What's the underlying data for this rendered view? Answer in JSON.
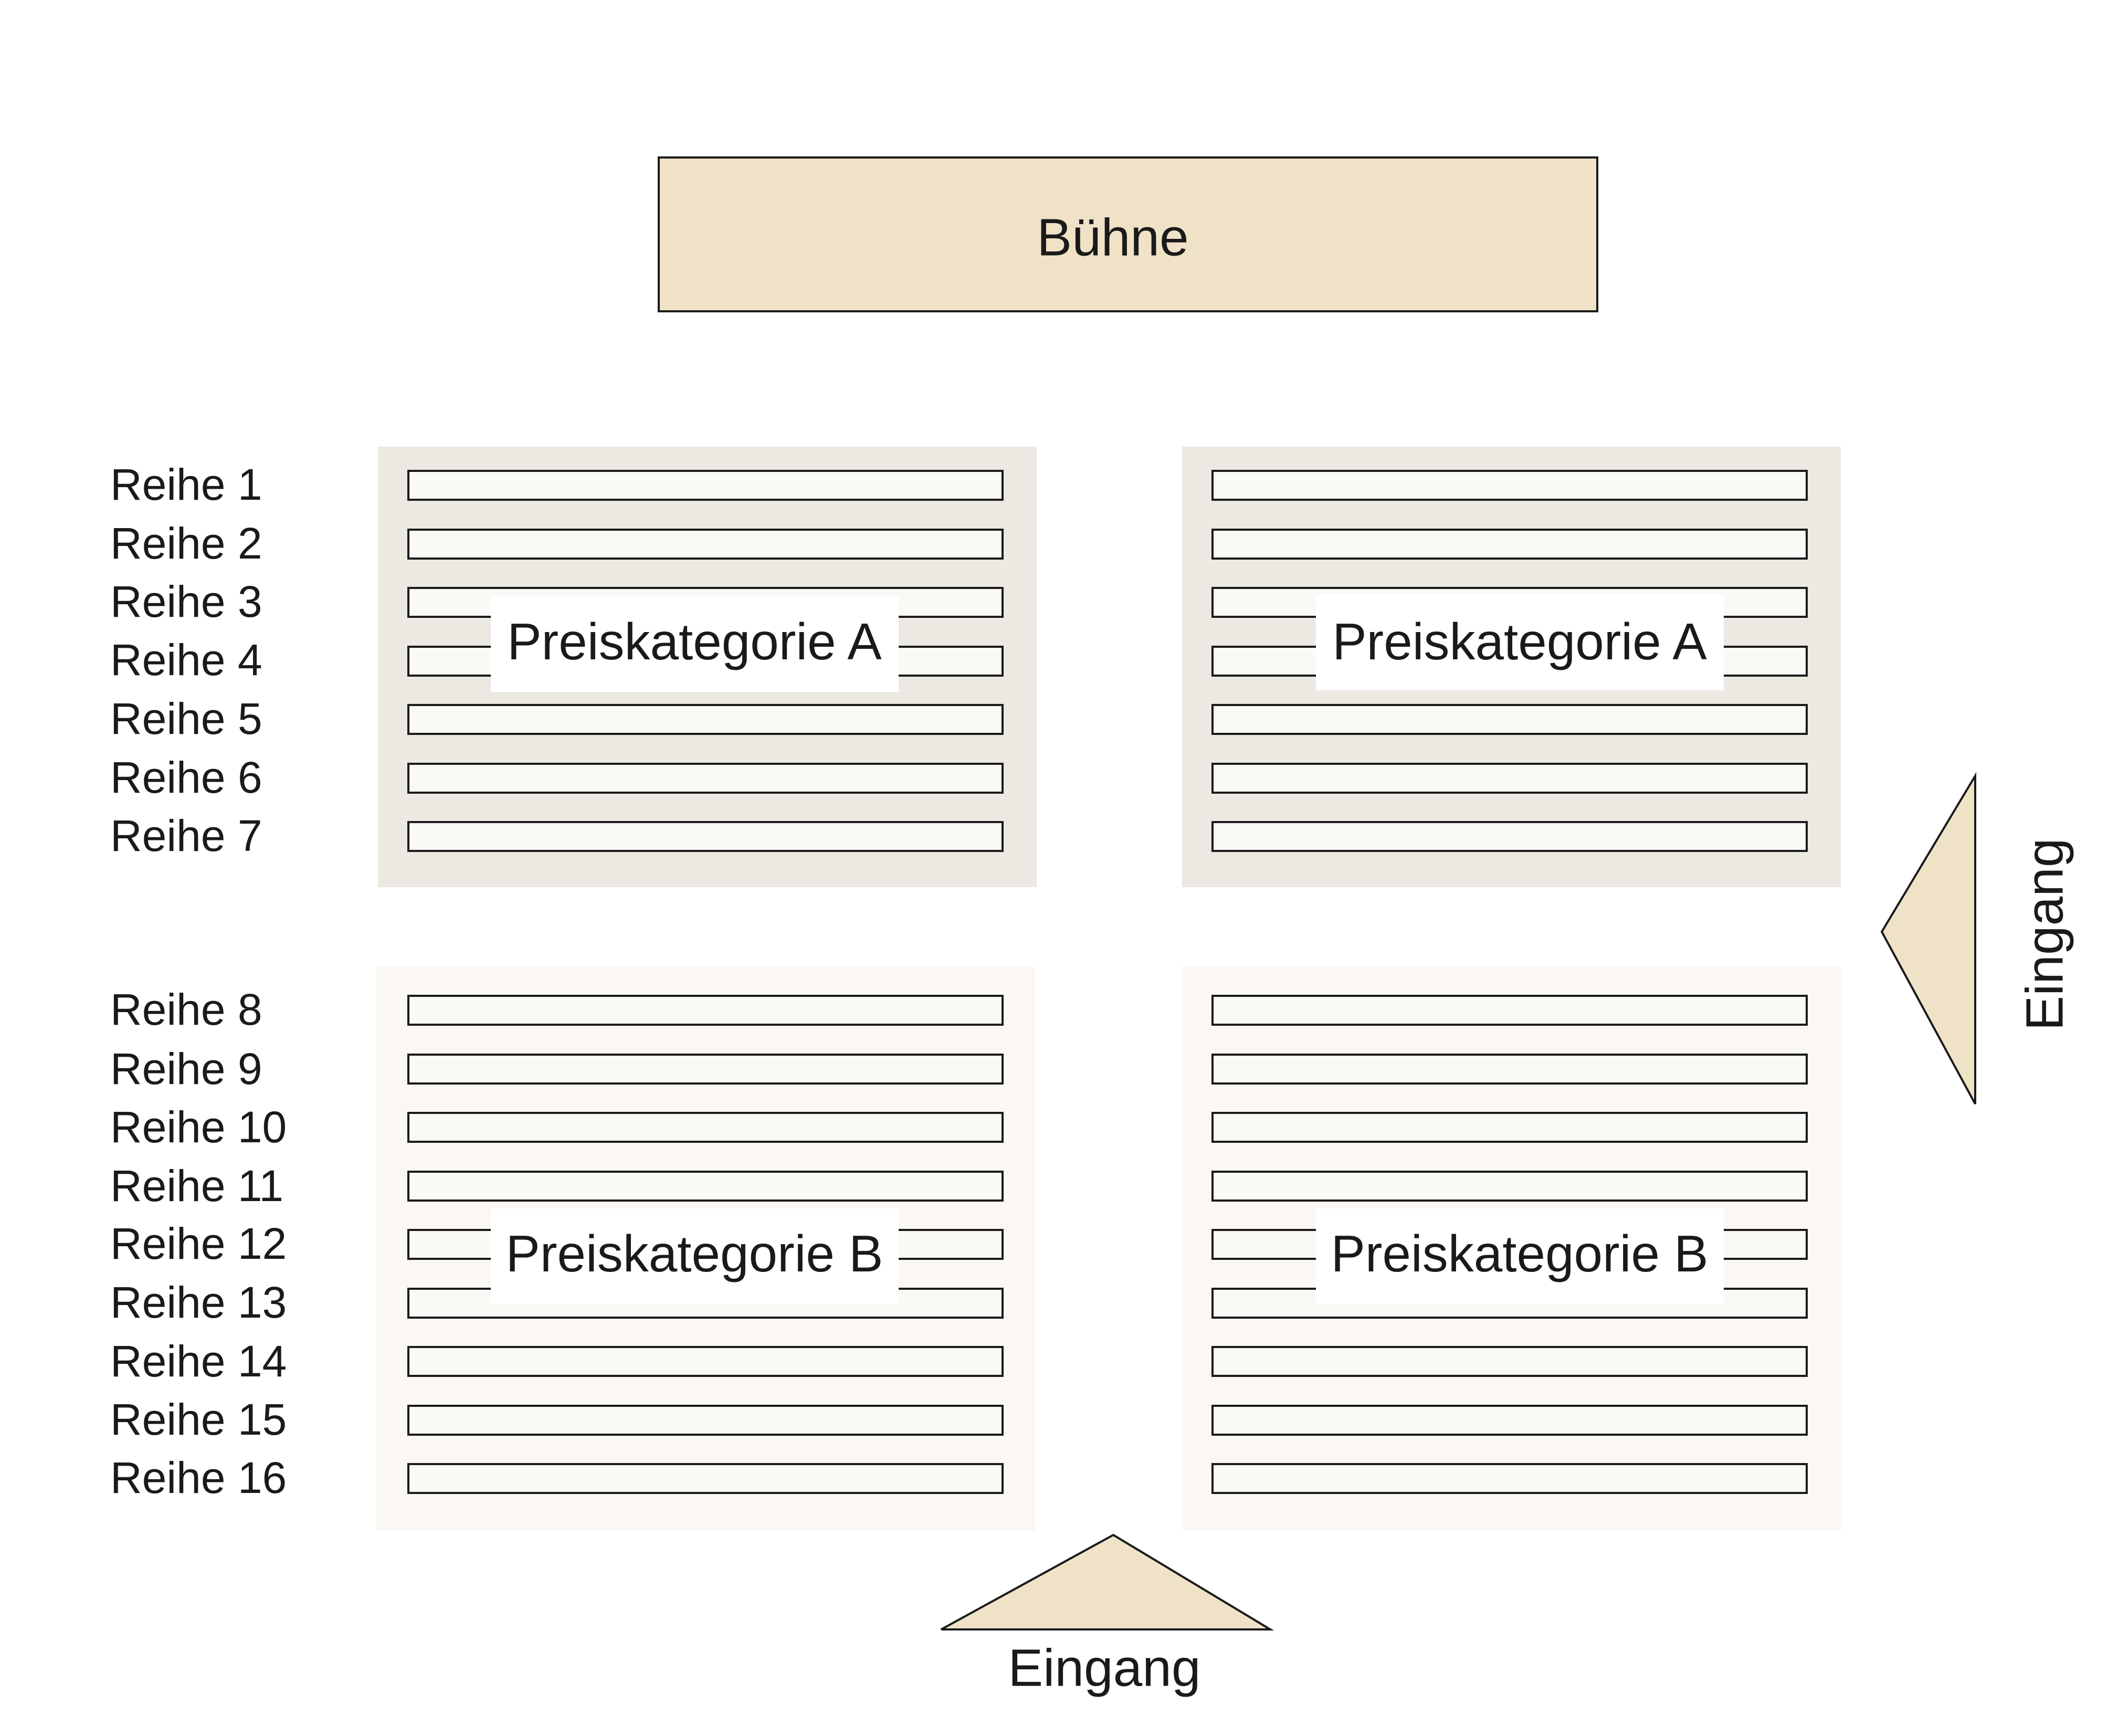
{
  "stage": {
    "label": "Bühne",
    "fill": "#efe2c7"
  },
  "colors": {
    "outline": "#1a1a1a",
    "zone_a_fill": "#ece8e2",
    "zone_b_fill": "#fbf8f4",
    "row_fill": "#fbf9f6",
    "label_box_fill": "#ffffff",
    "entrance_fill": "#efe2c7"
  },
  "row_labels": {
    "zone_a": [
      "Reihe 1",
      "Reihe 2",
      "Reihe 3",
      "Reihe 4",
      "Reihe 5",
      "Reihe 6",
      "Reihe 7"
    ],
    "zone_b": [
      "Reihe 8",
      "Reihe 9",
      "Reihe 10",
      "Reihe 11",
      "Reihe 12",
      "Reihe 13",
      "Reihe 14",
      "Reihe 15",
      "Reihe 16"
    ]
  },
  "blocks": [
    {
      "id": "block-front-left",
      "category": "Preiskategorie A",
      "row_count": 7
    },
    {
      "id": "block-front-right",
      "category": "Preiskategorie A",
      "row_count": 7
    },
    {
      "id": "block-back-left",
      "category": "Preiskategorie B",
      "row_count": 9
    },
    {
      "id": "block-back-right",
      "category": "Preiskategorie B",
      "row_count": 9
    }
  ],
  "entrances": {
    "side": {
      "label": "Eingang",
      "icon": "triangle-arrow-icon"
    },
    "bottom": {
      "label": "Eingang",
      "icon": "triangle-arrow-icon"
    }
  }
}
